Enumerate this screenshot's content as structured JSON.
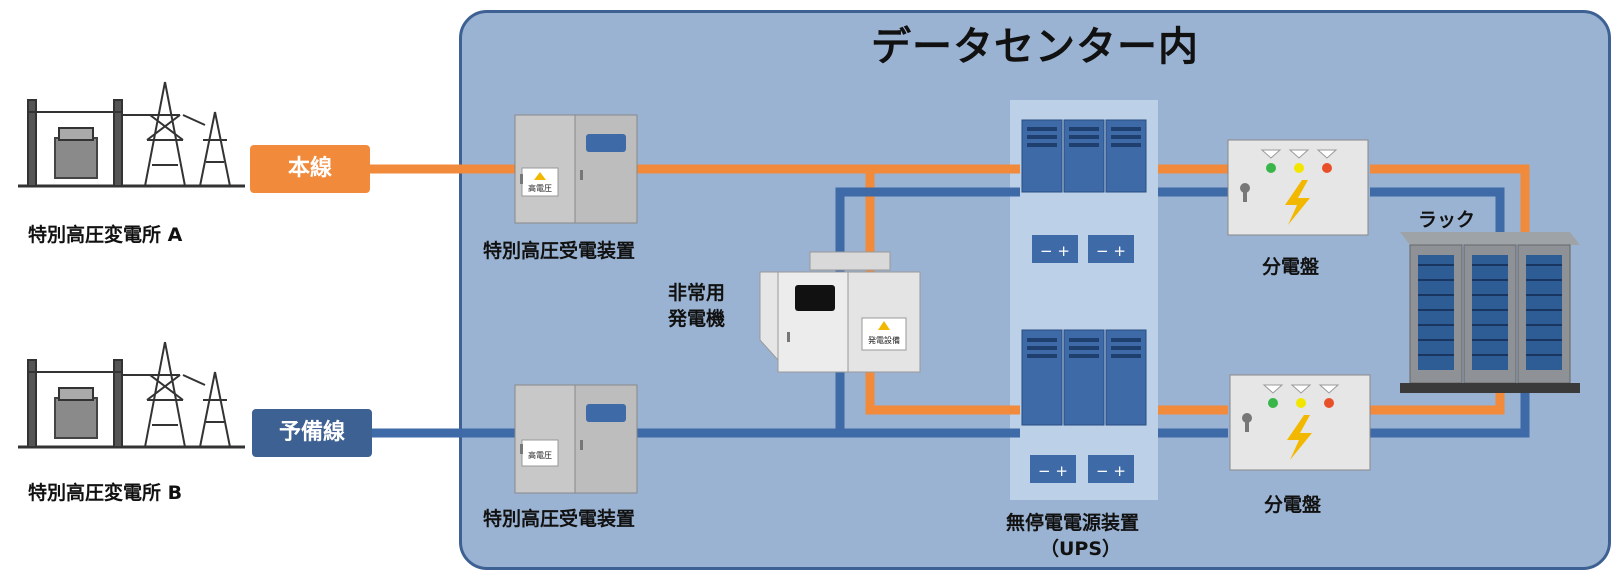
{
  "title": "データセンター内",
  "substations": [
    {
      "label": "特別高圧変電所 A"
    },
    {
      "label": "特別高圧変電所 B"
    }
  ],
  "lines": {
    "main": {
      "label": "本線",
      "color": "#f28a3c"
    },
    "backup": {
      "label": "予備線",
      "color": "#3e6193"
    }
  },
  "receiving": [
    {
      "label": "特別高圧受電装置",
      "sticker": "高電圧"
    },
    {
      "label": "特別高圧受電装置",
      "sticker": "高電圧"
    }
  ],
  "generator": {
    "label_line1": "非常用",
    "label_line2": "発電機",
    "sticker": "発電設備"
  },
  "ups": {
    "label_line1": "無停電電源装置",
    "label_line2": "（UPS）"
  },
  "distribution": [
    {
      "label": "分電盤"
    },
    {
      "label": "分電盤"
    }
  ],
  "rack": {
    "label": "ラック"
  },
  "colors": {
    "panel_bg": "#9bb3d2",
    "panel_border": "#3e6193",
    "orange": "#f28a3c",
    "blue": "#3e6aa8"
  }
}
